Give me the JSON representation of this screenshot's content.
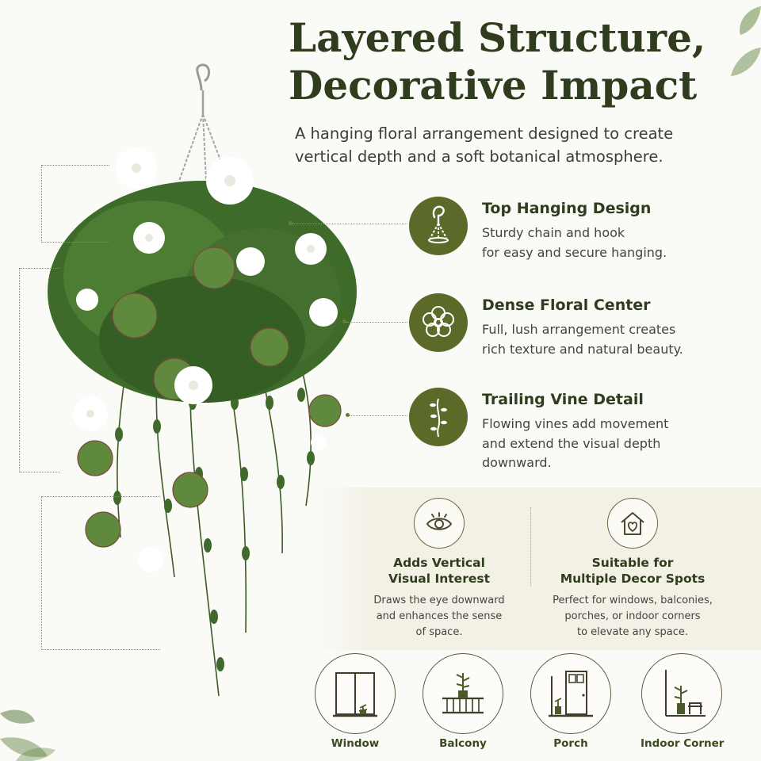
{
  "header": {
    "title_line1": "Layered Structure,",
    "title_line2": "Decorative Impact",
    "subtitle_line1": "A hanging floral arrangement designed to create",
    "subtitle_line2": "vertical depth and a soft botanical atmosphere."
  },
  "features": [
    {
      "icon": "hook-chain-icon",
      "title": "Top Hanging Design",
      "desc_line1": "Sturdy chain and hook",
      "desc_line2": "for easy and secure hanging.",
      "desc_line3": ""
    },
    {
      "icon": "flower-icon",
      "title": "Dense Floral Center",
      "desc_line1": "Full, lush arrangement creates",
      "desc_line2": "rich texture and natural beauty.",
      "desc_line3": ""
    },
    {
      "icon": "vine-icon",
      "title": "Trailing Vine Detail",
      "desc_line1": "Flowing vines add movement",
      "desc_line2": "and extend the visual depth",
      "desc_line3": "downward."
    }
  ],
  "benefits": [
    {
      "icon": "eye-icon",
      "title_line1": "Adds Vertical",
      "title_line2": "Visual Interest",
      "desc_line1": "Draws the eye downward",
      "desc_line2": "and enhances the sense",
      "desc_line3": "of space.",
      "desc_line4": ""
    },
    {
      "icon": "house-heart-icon",
      "title_line1": "Suitable for",
      "title_line2": "Multiple Decor Spots",
      "desc_line1": "Perfect for windows, balconies,",
      "desc_line2": "porches, or indoor corners",
      "desc_line3": "to elevate any space.",
      "desc_line4": ""
    }
  ],
  "spots": [
    {
      "icon": "window-icon",
      "label": "Window"
    },
    {
      "icon": "balcony-icon",
      "label": "Balcony"
    },
    {
      "icon": "porch-icon",
      "label": "Porch"
    },
    {
      "icon": "indoor-corner-icon",
      "label": "Indoor Corner"
    }
  ],
  "colors": {
    "accent_green": "#5b6a28",
    "title_green": "#2f3d1e",
    "background": "#fafaf7",
    "panel": "#f3f1e6"
  }
}
